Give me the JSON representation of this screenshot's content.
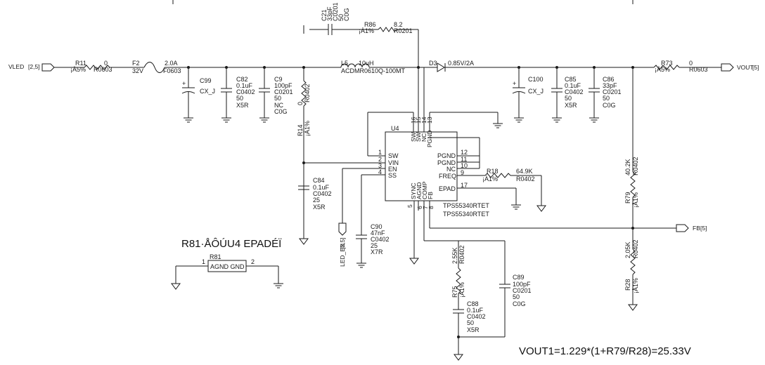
{
  "nets": {
    "vled": "VLED",
    "vled_ref": "[2,5]",
    "vout": "VOUT",
    "vout_ref": "[5]",
    "fb": "FB",
    "fb_ref": "[5]",
    "led_en": "LED_EN",
    "led_en_ref": "[2,5]"
  },
  "components": {
    "r11": {
      "ref": "R11",
      "value": "0",
      "tol": "¡À5%",
      "pkg": "R0603"
    },
    "f2": {
      "ref": "F2",
      "volt": "32V",
      "value": "2.0A",
      "pkg": "F0603"
    },
    "c99": {
      "ref": "C99",
      "value": "CX_J",
      "polarity": "+"
    },
    "c82": {
      "ref": "C82",
      "value": "0.1uF",
      "pkg": "C0402",
      "volt": "50",
      "diel": "X5R"
    },
    "c9": {
      "ref": "C9",
      "value": "100pF",
      "pkg": "C0201",
      "volt": "50",
      "diel": "C0G",
      "extra": "NC"
    },
    "r14": {
      "ref": "R14",
      "value": "0",
      "tol": "¡À1%",
      "pkg": "R0402"
    },
    "c21": {
      "ref": "C21",
      "value": "33pF",
      "pkg": "C0201",
      "volt": "50",
      "diel": "C0G"
    },
    "r86": {
      "ref": "R86",
      "value": "8.2",
      "tol": "¡À1%",
      "pkg": "R0201"
    },
    "l5": {
      "ref": "L5",
      "value": "10uH",
      "part": "ACDMR0610Q-100MT"
    },
    "d3": {
      "ref": "D3",
      "value": "0.85V/2A"
    },
    "c100": {
      "ref": "C100",
      "value": "CX_J",
      "polarity": "+"
    },
    "c85": {
      "ref": "C85",
      "value": "0.1uF",
      "pkg": "C0402",
      "volt": "50",
      "diel": "X5R"
    },
    "c86": {
      "ref": "C86",
      "value": "33pF",
      "pkg": "C0201",
      "volt": "50",
      "diel": "C0G"
    },
    "r73": {
      "ref": "R73",
      "value": "0",
      "tol": "¡À5%",
      "pkg": "R0603"
    },
    "c84": {
      "ref": "C84",
      "value": "0.1uF",
      "pkg": "C0402",
      "volt": "25",
      "diel": "X5R"
    },
    "c90": {
      "ref": "C90",
      "value": "47nF",
      "pkg": "C0402",
      "volt": "25",
      "diel": "X7R"
    },
    "r18": {
      "ref": "R18",
      "value": "64.9K",
      "tol": "¡À1%",
      "pkg": "R0402"
    },
    "r79": {
      "ref": "R79",
      "value": "40.2K",
      "tol": "¡À1%",
      "pkg": "R0402"
    },
    "r28": {
      "ref": "R28",
      "value": "2.05K",
      "tol": "¡À1%",
      "pkg": "R0402"
    },
    "r75": {
      "ref": "R75",
      "value": "2.55K",
      "tol": "¡À1%",
      "pkg": "R0402"
    },
    "c88": {
      "ref": "C88",
      "value": "0.1uF",
      "pkg": "C0402",
      "volt": "50",
      "diel": "X5R"
    },
    "c89": {
      "ref": "C89",
      "value": "100pF",
      "pkg": "C0201",
      "volt": "50",
      "diel": "C0G"
    },
    "r81": {
      "ref": "R81",
      "value": "AGND GND",
      "pin1": "1",
      "pin2": "2"
    }
  },
  "u4": {
    "ref": "U4",
    "part1": "TPS55340RTET",
    "part2": "TPS55340RTET",
    "left_pins": [
      {
        "num": "1",
        "name": "SW"
      },
      {
        "num": "2",
        "name": "VIN"
      },
      {
        "num": "3",
        "name": "EN"
      },
      {
        "num": "4",
        "name": "SS"
      }
    ],
    "top_pins": [
      {
        "num": "16",
        "name": "SW"
      },
      {
        "num": "15",
        "name": "SW"
      },
      {
        "num": "14",
        "name": "NC"
      },
      {
        "num": "13",
        "name": "PGND"
      }
    ],
    "right_pins": [
      {
        "num": "12",
        "name": "PGND"
      },
      {
        "num": "11",
        "name": "PGND"
      },
      {
        "num": "10",
        "name": "NC"
      },
      {
        "num": "9",
        "name": "FREQ"
      },
      {
        "num": "17",
        "name": "EPAD"
      }
    ],
    "bottom_pins": [
      {
        "num": "5",
        "name": "SYNC"
      },
      {
        "num": "6",
        "name": "AGND"
      },
      {
        "num": "7",
        "name": "COMP"
      },
      {
        "num": "8",
        "name": "FB"
      }
    ]
  },
  "notes": {
    "r81_note": "R81·ÅÔÚU4 EPADÉÏ",
    "formula": "VOUT1=1.229*(1+R79/R28)=25.33V"
  }
}
